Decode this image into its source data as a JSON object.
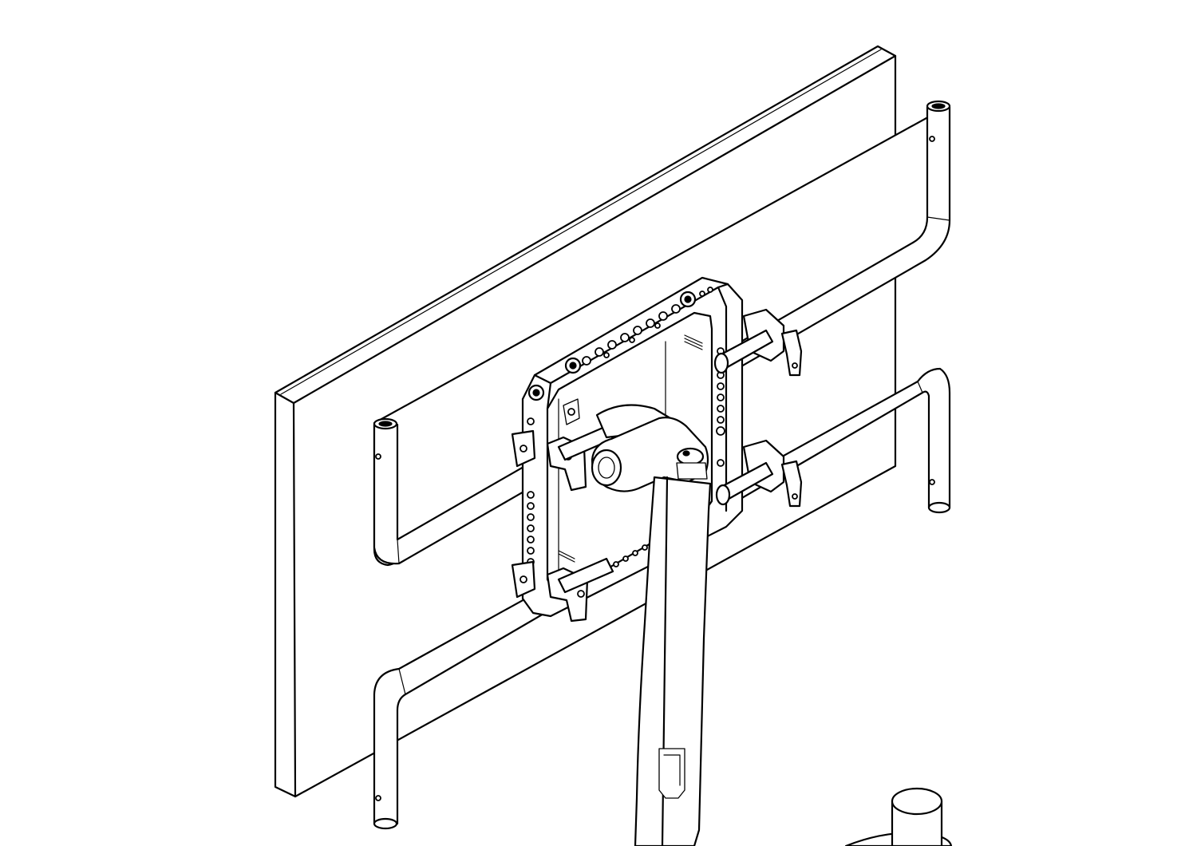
{
  "drawing": {
    "stroke_color": "#000000",
    "background_color": "#ffffff",
    "components": [
      "display-panel",
      "upper-tube-rail",
      "lower-tube-rail",
      "mounting-cage-frame",
      "rod-clamps",
      "swivel-head",
      "support-arm",
      "base-post"
    ]
  }
}
